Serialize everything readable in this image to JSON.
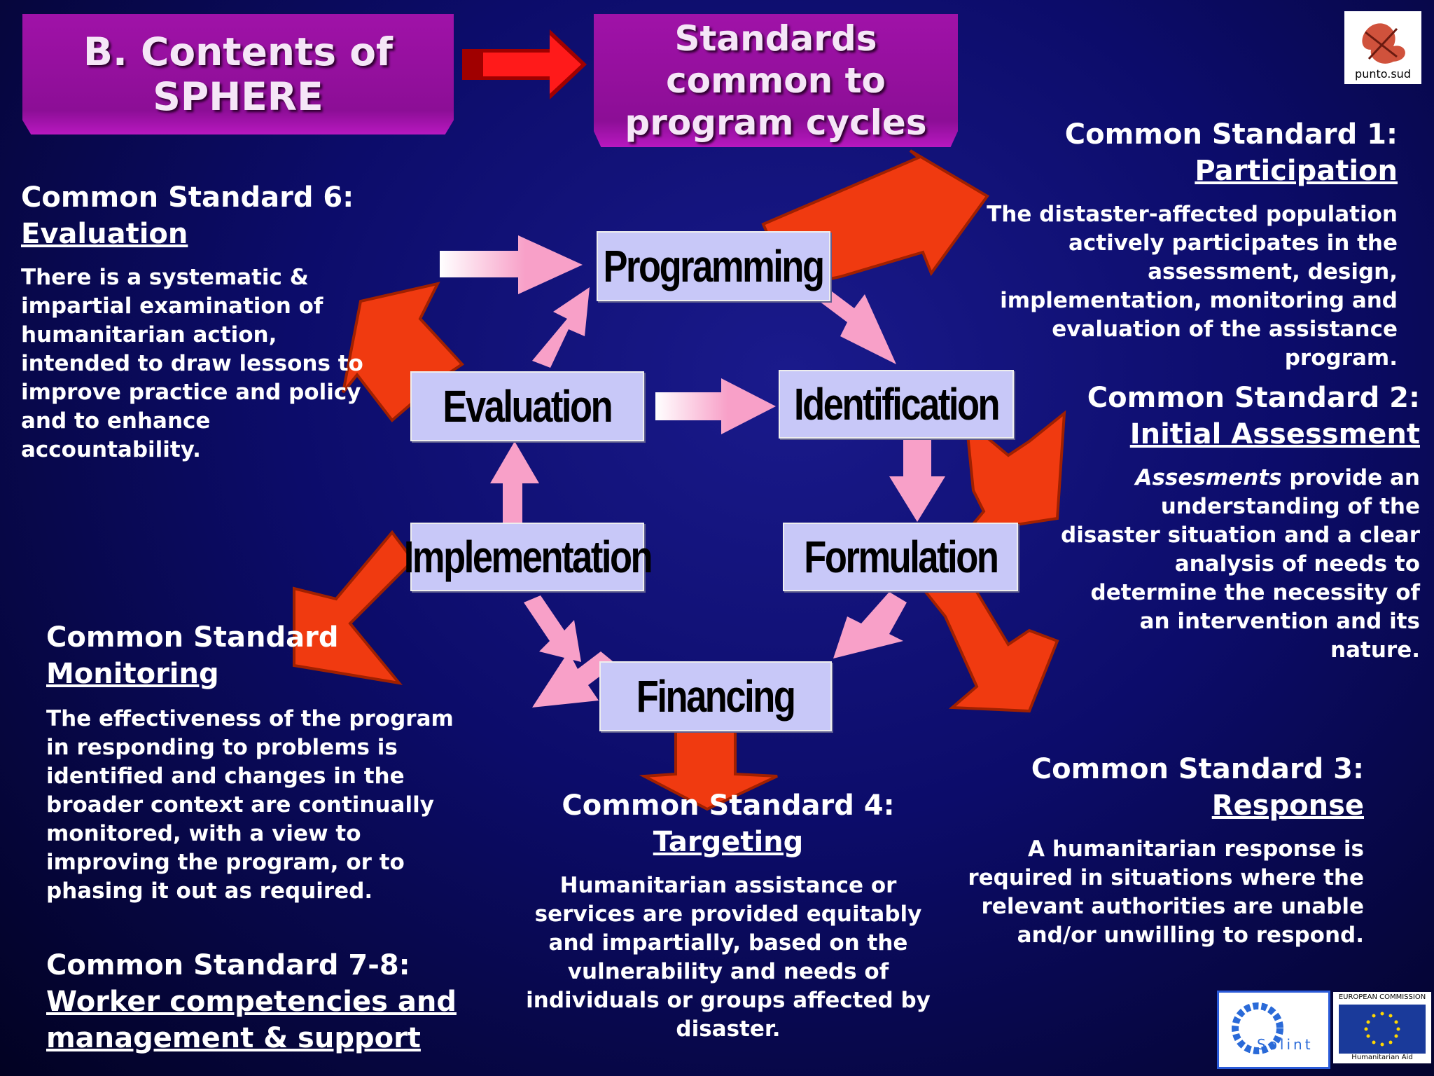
{
  "header": {
    "left_title": [
      "B. Contents of",
      "SPHERE"
    ],
    "right_title": [
      "Standards",
      "common to",
      "program cycles"
    ]
  },
  "cycle": {
    "steps": [
      "Programming",
      "Identification",
      "Formulation",
      "Financing",
      "Implementation",
      "Evaluation"
    ]
  },
  "standards": {
    "s1": {
      "heading": "Common Standard 1:",
      "name": "Participation",
      "body": [
        "The distaster-affected population",
        "actively participates in the",
        "assessment, design,",
        "implementation, monitoring and",
        "evaluation of the assistance",
        "program."
      ]
    },
    "s2": {
      "heading": "Common Standard 2:",
      "name": "Initial Assessment",
      "body_emph": "Assesments",
      "body_first": " provide an",
      "body": [
        "understanding of the",
        "disaster situation and a clear",
        "analysis of needs to",
        "determine the necessity of",
        "an intervention and its",
        "nature."
      ]
    },
    "s3": {
      "heading": "Common Standard 3:",
      "name": "Response",
      "body": [
        "A humanitarian response is",
        "required in situations where the",
        "relevant authorities are unable",
        "and/or unwilling to respond."
      ]
    },
    "s4": {
      "heading": "Common Standard 4:",
      "name": "Targeting",
      "body": [
        "Humanitarian assistance or",
        "services are provided equitably",
        "and impartially, based on the",
        "vulnerability and needs of",
        "individuals or groups affected by",
        "disaster."
      ]
    },
    "s5": {
      "heading": "Common Standard",
      "name": "Monitoring",
      "body": [
        "The effectiveness of the program",
        "in responding to problems is",
        "identified and changes in the",
        "broader context are continually",
        "monitored, with a view to",
        "improving the program, or to",
        "phasing it out as required."
      ]
    },
    "s6": {
      "heading": "Common Standard 6:",
      "name": "Evaluation",
      "body": [
        "There is a systematic &",
        "impartial examination of",
        "humanitarian action,",
        "intended to draw lessons to",
        "improve practice and policy",
        "and to enhance",
        "accountability."
      ]
    },
    "s78": {
      "heading": "Common Standard 7-8:",
      "name_lines": [
        "Worker competencies and",
        "management & support"
      ]
    }
  },
  "logos": {
    "top_right": "punto.sud",
    "bottom_left": "Solint",
    "bottom_right_top": "EUROPEAN COMMISSION",
    "bottom_right_bottom": "Humanitarian Aid"
  },
  "colors": {
    "title_magenta": "#9a10a4",
    "big_arrow_red": "#f03a10",
    "cycle_arrow_pink": "#f8a0c8",
    "step_box": "#c8c8f8"
  }
}
